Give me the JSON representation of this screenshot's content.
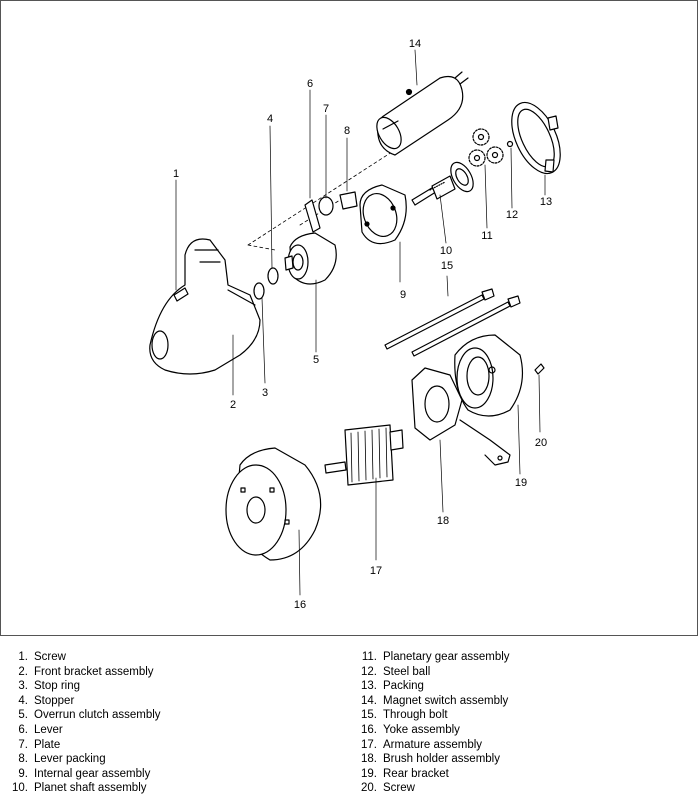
{
  "callouts": [
    "1",
    "2",
    "3",
    "4",
    "5",
    "6",
    "7",
    "8",
    "9",
    "10",
    "11",
    "12",
    "13",
    "14",
    "15",
    "16",
    "17",
    "18",
    "19",
    "20"
  ],
  "legend_left": [
    {
      "num": "1.",
      "label": "Screw"
    },
    {
      "num": "2.",
      "label": "Front bracket assembly"
    },
    {
      "num": "3.",
      "label": "Stop ring"
    },
    {
      "num": "4.",
      "label": "Stopper"
    },
    {
      "num": "5.",
      "label": "Overrun clutch assembly"
    },
    {
      "num": "6.",
      "label": "Lever"
    },
    {
      "num": "7.",
      "label": "Plate"
    },
    {
      "num": "8.",
      "label": "Lever packing"
    },
    {
      "num": "9.",
      "label": "Internal gear assembly"
    },
    {
      "num": "10.",
      "label": "Planet shaft assembly"
    }
  ],
  "legend_right": [
    {
      "num": "11.",
      "label": "Planetary gear assembly"
    },
    {
      "num": "12.",
      "label": "Steel ball"
    },
    {
      "num": "13.",
      "label": "Packing"
    },
    {
      "num": "14.",
      "label": "Magnet switch assembly"
    },
    {
      "num": "15.",
      "label": "Through bolt"
    },
    {
      "num": "16.",
      "label": "Yoke assembly"
    },
    {
      "num": "17.",
      "label": "Armature assembly"
    },
    {
      "num": "18.",
      "label": "Brush holder assembly"
    },
    {
      "num": "19.",
      "label": "Rear bracket"
    },
    {
      "num": "20.",
      "label": "Screw"
    }
  ]
}
